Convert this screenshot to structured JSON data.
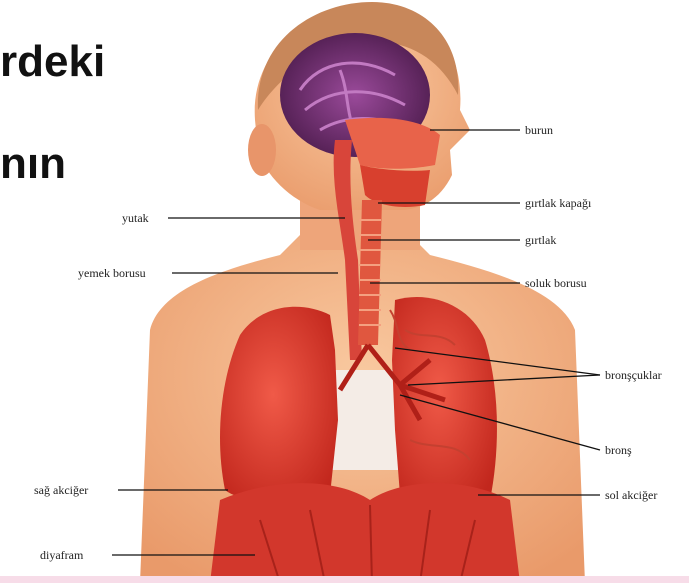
{
  "heading": {
    "line1": "rdeki",
    "line2": "nın"
  },
  "labels": {
    "burun": "burun",
    "girtlak_kapagi": "gırtlak kapağı",
    "girtlak": "gırtlak",
    "soluk_borusu": "soluk borusu",
    "bronscuklar": "bronşçuklar",
    "brons": "bronş",
    "sol_akciger": "sol akciğer",
    "yutak": "yutak",
    "yemek_borusu": "yemek borusu",
    "sag_akciger": "sağ akciğer",
    "diyafram": "diyafram"
  },
  "colors": {
    "skin": "#f5b98c",
    "skin_shadow": "#e8956a",
    "lung": "#e8483a",
    "lung_dark": "#c42a20",
    "brain": "#6a2a6a",
    "airway": "#d8332a",
    "line": "#111111"
  }
}
